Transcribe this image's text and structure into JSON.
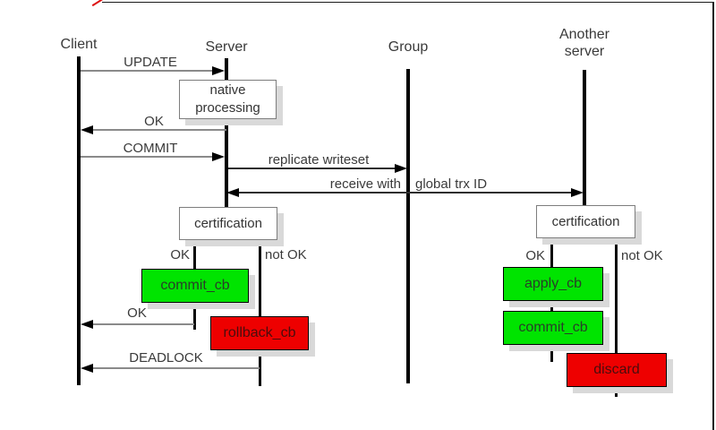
{
  "lifelines": {
    "client": "Client",
    "server": "Server",
    "group": "Group",
    "another_server": "Another server"
  },
  "messages": {
    "update": "UPDATE",
    "ok_native": "OK",
    "commit": "COMMIT",
    "replicate": "replicate writeset",
    "receive_left": "receive with",
    "receive_right": "global trx ID",
    "ok_commit": "OK",
    "deadlock": "DEADLOCK"
  },
  "boxes": {
    "native_processing": "native processing",
    "certification_server": "certification",
    "certification_another": "certification",
    "commit_cb_server": "commit_cb",
    "rollback_cb": "rollback_cb",
    "apply_cb": "apply_cb",
    "commit_cb_another": "commit_cb",
    "discard": "discard"
  },
  "branches": {
    "server_ok": "OK",
    "server_not_ok": "not OK",
    "another_ok": "OK",
    "another_not_ok": "not OK"
  },
  "colors": {
    "success_green": "#00e400",
    "failure_red": "#ee0000",
    "lifeline_black": "#000000",
    "arrow_gray": "#8a8a8a",
    "shadow_gray": "#d9d9d9",
    "text_dark": "#3a3a3a"
  }
}
